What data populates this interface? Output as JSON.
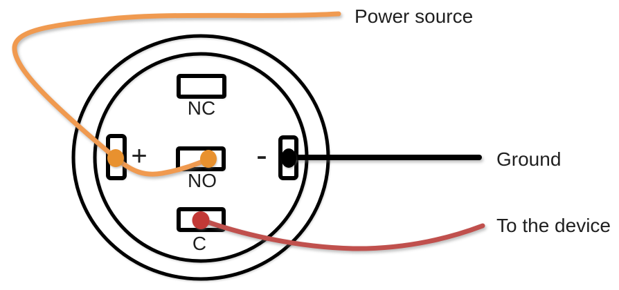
{
  "labels": {
    "power_source": "Power source",
    "ground": "Ground",
    "to_the_device": "To the device"
  },
  "terminals": {
    "nc": "NC",
    "no": "NO",
    "c": "C",
    "plus": "+",
    "minus": "-"
  },
  "colors": {
    "power_wire": "#F09A50",
    "power_dot": "#E8912F",
    "ground_wire": "#000000",
    "ground_dot": "#000000",
    "device_wire": "#C0504D",
    "device_dot": "#C23936",
    "outline": "#000000",
    "text": "#1F1F1F"
  }
}
